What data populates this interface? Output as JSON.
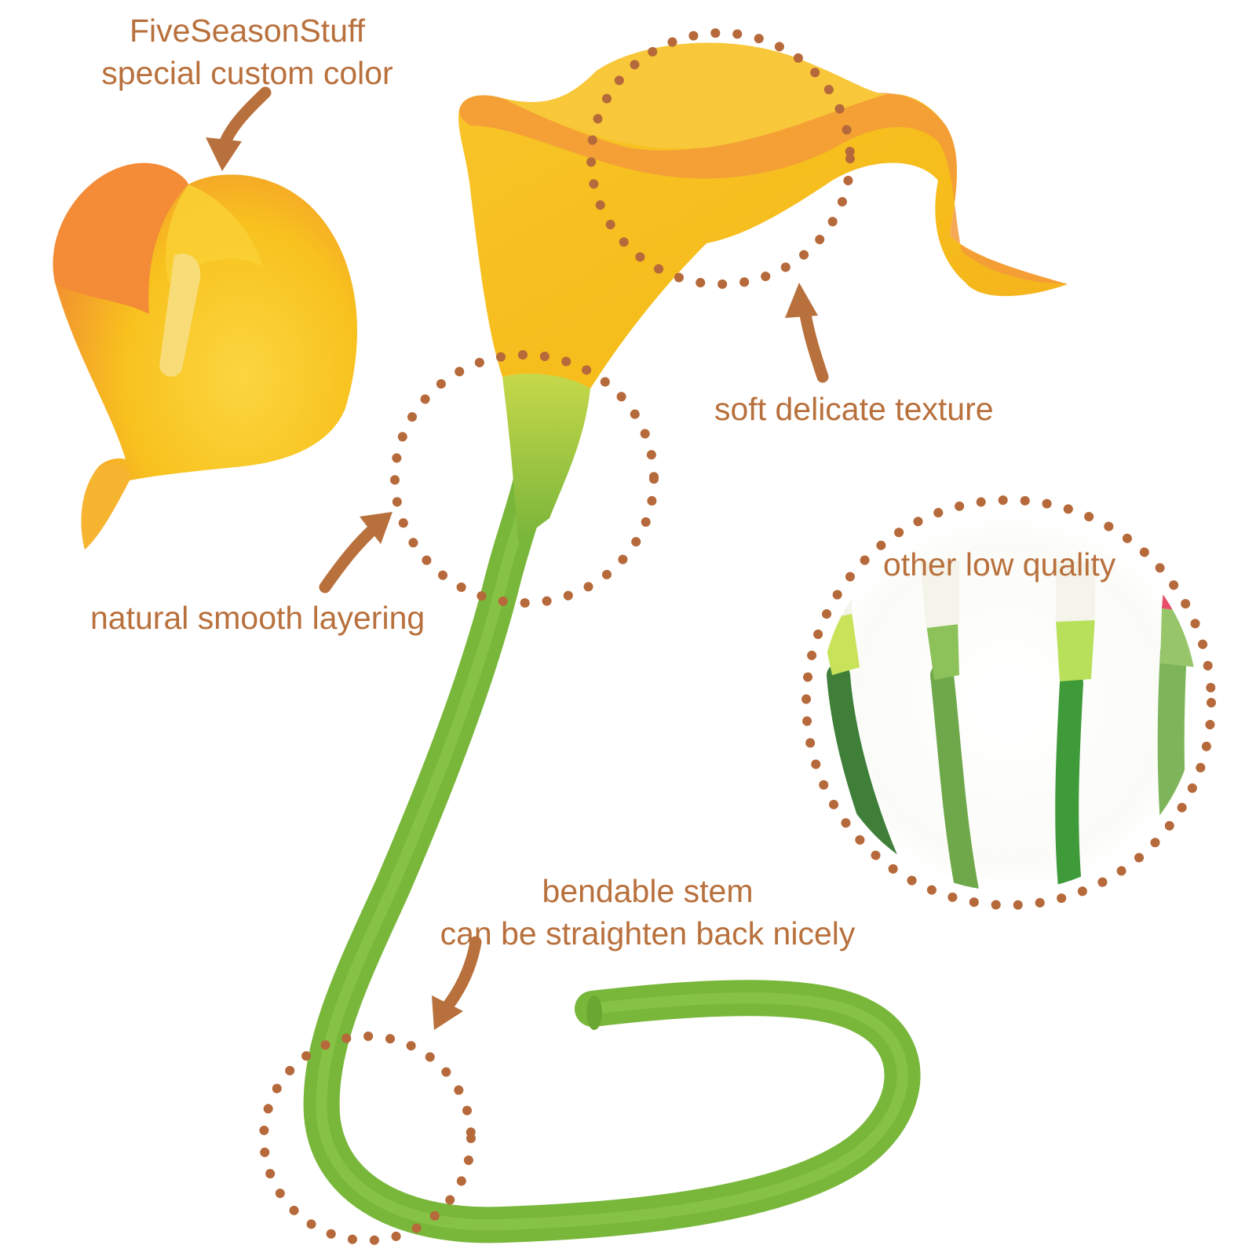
{
  "labels": {
    "custom_color": [
      "FiveSeasonStuff",
      "special custom color"
    ],
    "texture": "soft delicate texture",
    "layering": "natural smooth layering",
    "low_quality": "other low quality",
    "bendable": [
      "bendable stem",
      "can be straighten back nicely"
    ]
  },
  "colors": {
    "annotation": "#b8703c",
    "dotted_ring": "#b6693a",
    "petal_yellow": "#f7c51a",
    "petal_orange": "#f2873a",
    "stem_green": "#78b83a",
    "stem_dark_green": "#4e8f2c",
    "background": "#ffffff"
  }
}
